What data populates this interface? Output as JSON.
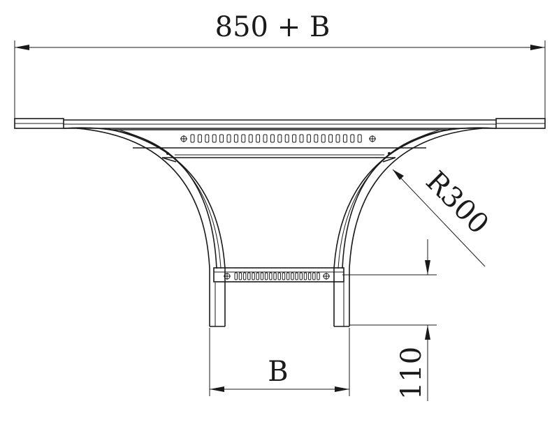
{
  "dimensions": {
    "overall_width": "850 + B",
    "radius": "R300",
    "branch_width": "B",
    "height": "110"
  },
  "colors": {
    "line": "#1a1a1a",
    "background": "#ffffff"
  }
}
